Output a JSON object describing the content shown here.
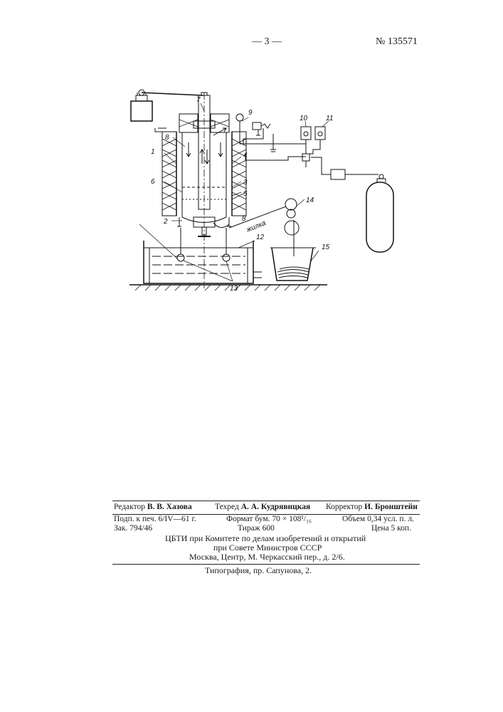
{
  "header": {
    "page_number": "— 3 —",
    "patent_number": "№ 135571"
  },
  "figure": {
    "labels": [
      "1",
      "2",
      "3",
      "4",
      "5",
      "6",
      "7",
      "8",
      "8",
      "9",
      "10",
      "11",
      "12",
      "13",
      "14",
      "15"
    ],
    "wire_label": "жилка"
  },
  "colophon": {
    "editor_label": "Редактор",
    "editor_name": "В. В. Хазова",
    "techred_label": "Техред",
    "techred_name": "А. А. Кудрявицкая",
    "corrector_label": "Корректор",
    "corrector_name": "И. Бронштейн",
    "signed_to_print": "Подп. к печ. 6/IV—61 г.",
    "paper_format": "Формат бум. 70 × 108¹/₁₆",
    "volume": "Объем 0,34 усл. п. л.",
    "order": "Зак. 794/46",
    "print_run": "Тираж 600",
    "price": "Цена 5 коп.",
    "org_line1": "ЦБТИ при Комитете по делам изобретений и открытий",
    "org_line2": "при Совете Министров СССР",
    "org_address": "Москва, Центр, М. Черкасский пер., д. 2/6.",
    "printer": "Типография, пр. Сапунова, 2."
  }
}
